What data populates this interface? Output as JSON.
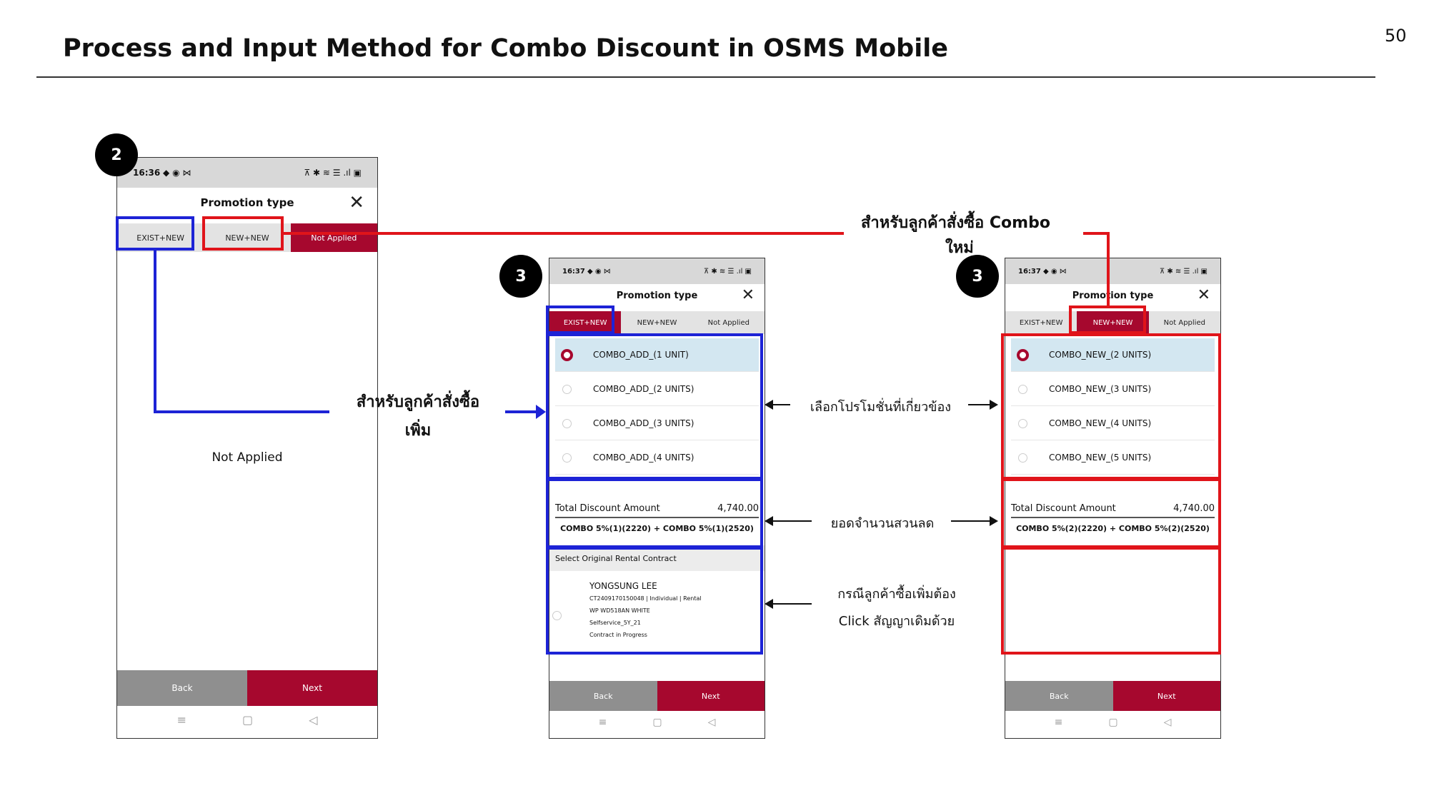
{
  "slide": {
    "title": "Process and Input Method for Combo Discount in OSMS Mobile",
    "page_number": "50"
  },
  "colors": {
    "brand": "#a6082e",
    "highlight_blue": "#1d23d6",
    "highlight_red": "#e0141a",
    "selected_row": "#d3e7f1"
  },
  "phone_left": {
    "step": "2",
    "status_time": "16:36",
    "status_icons": "◆ ◉ ⋈",
    "status_right": "⊼ ✱ ≋ ☰ .ıl ▣",
    "header_title": "Promotion type",
    "tabs": [
      "EXIST+NEW",
      "NEW+NEW",
      "Not Applied"
    ],
    "body_text": "Not Applied",
    "back": "Back",
    "next": "Next"
  },
  "phone_mid": {
    "step": "3",
    "status_time": "16:37",
    "status_icons": "◆ ◉ ⋈",
    "status_right": "⊼ ✱ ≋ ☰ .ıl ▣",
    "header_title": "Promotion type",
    "tabs": [
      "EXIST+NEW",
      "NEW+NEW",
      "Not Applied"
    ],
    "promos": [
      "COMBO_ADD_(1 UNIT)",
      "COMBO_ADD_(2 UNITS)",
      "COMBO_ADD_(3 UNITS)",
      "COMBO_ADD_(4 UNITS)"
    ],
    "total_label": "Total Discount Amount",
    "total_value": "4,740.00",
    "total_formula": "COMBO 5%(1)(2220) + COMBO 5%(1)(2520)",
    "contract_header": "Select Original Rental Contract",
    "contract": {
      "name": "YONGSUNG LEE",
      "line1": "CT2409170150048 | Individual | Rental",
      "line2": "WP WD518AN WHITE",
      "line3": "Selfservice_5Y_21",
      "line4": "Contract in Progress"
    },
    "back": "Back",
    "next": "Next"
  },
  "phone_right": {
    "step": "3",
    "status_time": "16:37",
    "status_icons": "◆ ◉ ⋈",
    "status_right": "⊼ ✱ ≋ ☰ .ıl ▣",
    "header_title": "Promotion type",
    "tabs": [
      "EXIST+NEW",
      "NEW+NEW",
      "Not Applied"
    ],
    "promos": [
      "COMBO_NEW_(2 UNITS)",
      "COMBO_NEW_(3 UNITS)",
      "COMBO_NEW_(4 UNITS)",
      "COMBO_NEW_(5 UNITS)"
    ],
    "total_label": "Total Discount Amount",
    "total_value": "4,740.00",
    "total_formula": "COMBO 5%(2)(2220) + COMBO 5%(2)(2520)",
    "back": "Back",
    "next": "Next"
  },
  "annotations": {
    "new_customer_line1": "สำหรับลูกค้าสั่งซื้อ Combo",
    "new_customer_line2": "ใหม่",
    "add_customer_line1": "สำหรับลูกค้าสั่งซื้อ",
    "add_customer_line2": "เพิ่ม",
    "select_promo": "เลือกโปรโมชั่นที่เกี่ยวข้อง",
    "discount_total": "ยอดจำนวนสวนลด",
    "add_click_line1": "กรณีลูกค้าซื้อเพิ่มต้อง",
    "add_click_line2": "Click สัญญาเดิมด้วย"
  },
  "nav_icons": [
    "≡",
    "▢",
    "◁"
  ]
}
